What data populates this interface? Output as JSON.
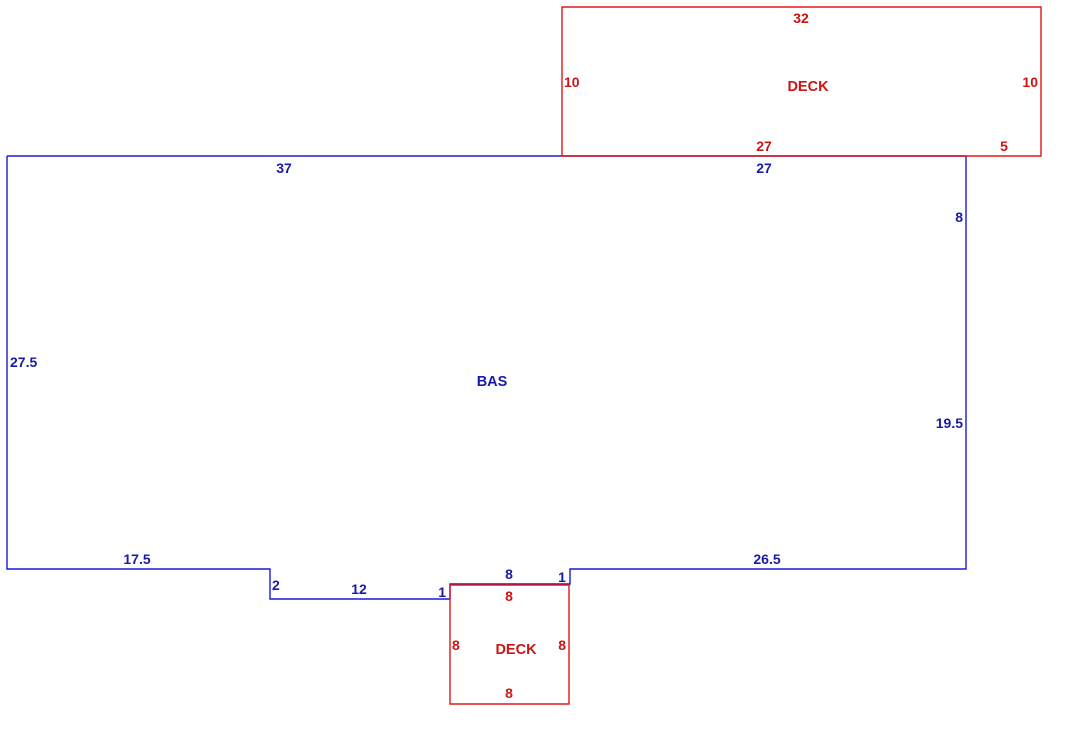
{
  "colors": {
    "bas": "#1a1ad6",
    "deck": "#e01818"
  },
  "bas": {
    "label": "BAS",
    "dims": {
      "top_left": "37",
      "top_right": "27",
      "left": "27.5",
      "right_upper": "8",
      "right_lower": "19.5",
      "bottom_left": "17.5",
      "step_down": "2",
      "bottom_mid": "12",
      "jog_left": "1",
      "bottom_center": "8",
      "jog_right": "1",
      "bottom_right": "26.5"
    }
  },
  "deck_top": {
    "label": "DECK",
    "dims": {
      "top": "32",
      "left": "10",
      "right": "10",
      "bottom_main": "27",
      "bottom_extra": "5"
    }
  },
  "deck_bottom": {
    "label": "DECK",
    "dims": {
      "top": "8",
      "left": "8",
      "right": "8",
      "bottom": "8"
    }
  }
}
